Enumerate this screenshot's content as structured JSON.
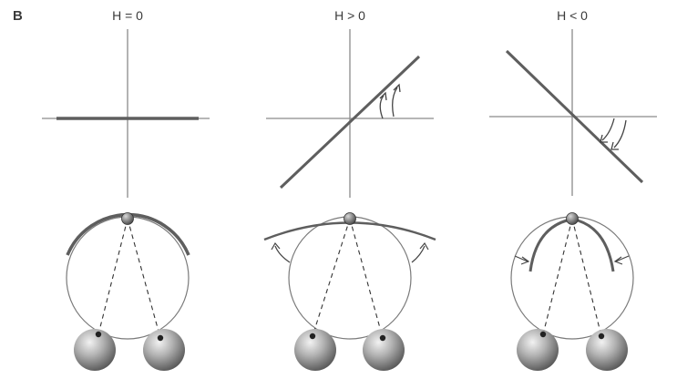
{
  "figure": {
    "panel_label": "B",
    "panels": [
      {
        "title": "H = 0",
        "line": "horizontal"
      },
      {
        "title": "H > 0",
        "line": "positive-slope",
        "rotation_arrows": "counter-clockwise"
      },
      {
        "title": "H < 0",
        "line": "negative-slope",
        "rotation_arrows": "clockwise"
      }
    ]
  },
  "colors": {
    "axis": "#8a8a8a",
    "line": "#6a6a6a",
    "circle": "#7a7a7a",
    "ball": "#9a9a9a",
    "text": "#3a3a3a",
    "background": "#ffffff"
  }
}
